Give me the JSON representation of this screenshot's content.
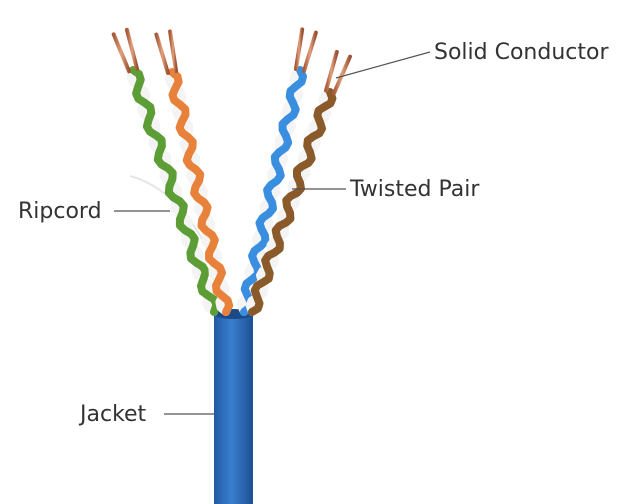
{
  "labels": {
    "solid_conductor": "Solid Conductor",
    "twisted_pair": "Twisted Pair",
    "ripcord": "Ripcord",
    "jacket": "Jacket"
  },
  "colors": {
    "jacket": "#2f6fb8",
    "orange": "#e8823a",
    "green": "#5c9e35",
    "blue": "#3a8ee0",
    "brown": "#8a5a2b",
    "copper": "#c77a55",
    "white": "#f4f4f4",
    "leader": "#555555"
  }
}
